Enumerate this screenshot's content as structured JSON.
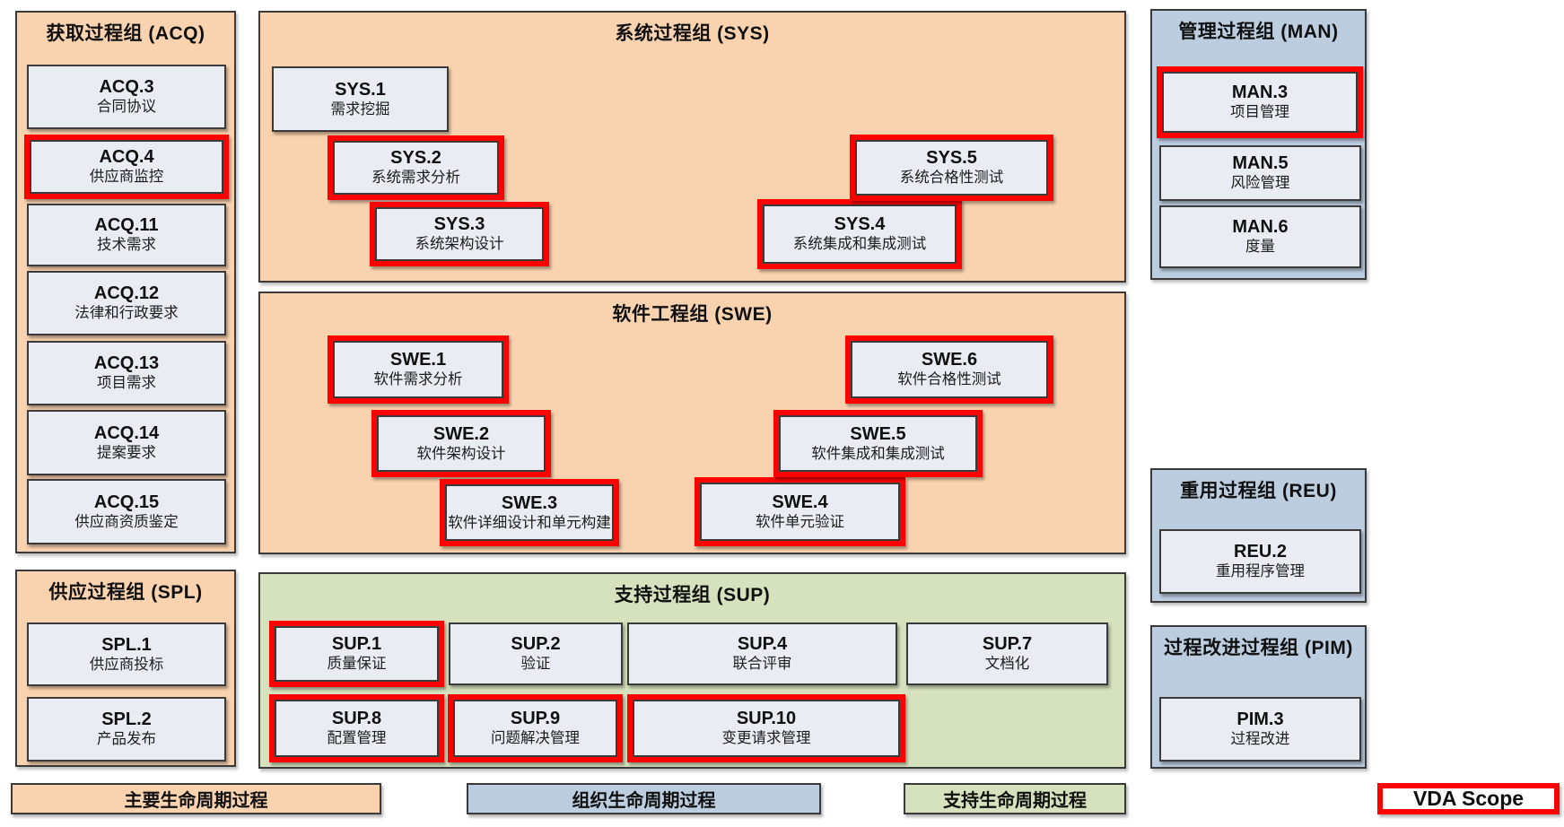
{
  "colors": {
    "primary_bg": "#F9D2AF",
    "organizational_bg": "#BCCDE0",
    "supporting_bg": "#D6E1BD",
    "box_fill": "#E9EDF3",
    "box_border": "#3A3A3A",
    "vda_border": "#FE0000"
  },
  "groups": {
    "acq": {
      "title": "获取过程组 (ACQ)",
      "processes": [
        {
          "code": "ACQ.3",
          "name": "合同协议",
          "vda": false
        },
        {
          "code": "ACQ.4",
          "name": "供应商监控",
          "vda": true
        },
        {
          "code": "ACQ.11",
          "name": "技术需求",
          "vda": false
        },
        {
          "code": "ACQ.12",
          "name": "法律和行政要求",
          "vda": false
        },
        {
          "code": "ACQ.13",
          "name": "项目需求",
          "vda": false
        },
        {
          "code": "ACQ.14",
          "name": "提案要求",
          "vda": false
        },
        {
          "code": "ACQ.15",
          "name": "供应商资质鉴定",
          "vda": false
        }
      ]
    },
    "spl": {
      "title": "供应过程组 (SPL)",
      "processes": [
        {
          "code": "SPL.1",
          "name": "供应商投标",
          "vda": false
        },
        {
          "code": "SPL.2",
          "name": "产品发布",
          "vda": false
        }
      ]
    },
    "sys": {
      "title": "系统过程组 (SYS)",
      "processes": [
        {
          "code": "SYS.1",
          "name": "需求挖掘",
          "vda": false
        },
        {
          "code": "SYS.2",
          "name": "系统需求分析",
          "vda": true
        },
        {
          "code": "SYS.3",
          "name": "系统架构设计",
          "vda": true
        },
        {
          "code": "SYS.4",
          "name": "系统集成和集成测试",
          "vda": true
        },
        {
          "code": "SYS.5",
          "name": "系统合格性测试",
          "vda": true
        }
      ]
    },
    "swe": {
      "title": "软件工程组 (SWE)",
      "processes": [
        {
          "code": "SWE.1",
          "name": "软件需求分析",
          "vda": true
        },
        {
          "code": "SWE.2",
          "name": "软件架构设计",
          "vda": true
        },
        {
          "code": "SWE.3",
          "name": "软件详细设计和单元构建",
          "vda": true
        },
        {
          "code": "SWE.4",
          "name": "软件单元验证",
          "vda": true
        },
        {
          "code": "SWE.5",
          "name": "软件集成和集成测试",
          "vda": true
        },
        {
          "code": "SWE.6",
          "name": "软件合格性测试",
          "vda": true
        }
      ]
    },
    "sup": {
      "title": "支持过程组 (SUP)",
      "processes": [
        {
          "code": "SUP.1",
          "name": "质量保证",
          "vda": true
        },
        {
          "code": "SUP.2",
          "name": "验证",
          "vda": false
        },
        {
          "code": "SUP.4",
          "name": "联合评审",
          "vda": false
        },
        {
          "code": "SUP.7",
          "name": "文档化",
          "vda": false
        },
        {
          "code": "SUP.8",
          "name": "配置管理",
          "vda": true
        },
        {
          "code": "SUP.9",
          "name": "问题解决管理",
          "vda": true
        },
        {
          "code": "SUP.10",
          "name": "变更请求管理",
          "vda": true
        }
      ]
    },
    "man": {
      "title": "管理过程组 (MAN)",
      "processes": [
        {
          "code": "MAN.3",
          "name": "项目管理",
          "vda": true
        },
        {
          "code": "MAN.5",
          "name": "风险管理",
          "vda": false
        },
        {
          "code": "MAN.6",
          "name": "度量",
          "vda": false
        }
      ]
    },
    "reu": {
      "title": "重用过程组 (REU)",
      "processes": [
        {
          "code": "REU.2",
          "name": "重用程序管理",
          "vda": false
        }
      ]
    },
    "pim": {
      "title": "过程改进过程组 (PIM)",
      "processes": [
        {
          "code": "PIM.3",
          "name": "过程改进",
          "vda": false
        }
      ]
    }
  },
  "legend": {
    "primary": "主要生命周期过程",
    "organizational": "组织生命周期过程",
    "supporting": "支持生命周期过程",
    "vda_scope": "VDA Scope"
  }
}
